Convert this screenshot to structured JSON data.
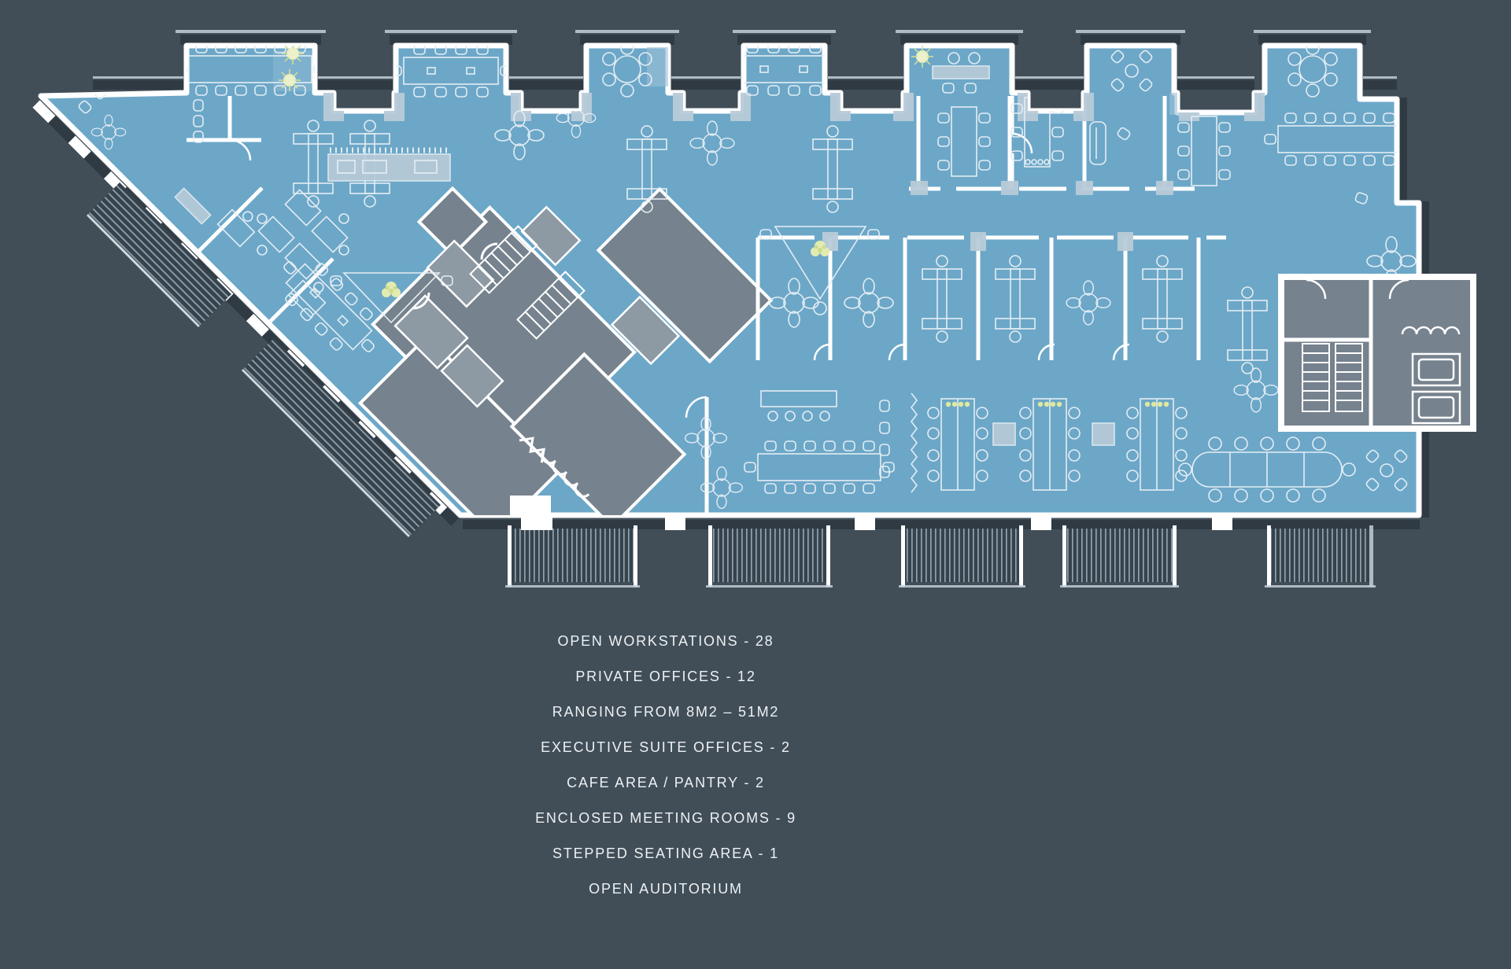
{
  "colors": {
    "background": "#414e58",
    "floor": "#6ca7c8",
    "core": "#76828d",
    "walls": "#ffffff",
    "outer_band": "#2f3a43",
    "furniture_line": "#e4edf3",
    "accent_plant": "#e3ecb0",
    "terrace": "#36424c",
    "text": "#eef1f4",
    "light_fill": "#b9cbd8",
    "room_light": "#8d99a3"
  },
  "legend": {
    "lines": [
      "OPEN WORKSTATIONS - 28",
      "PRIVATE OFFICES - 12",
      "RANGING FROM 8M2 – 51M2",
      "EXECUTIVE SUITE OFFICES - 2",
      "CAFE AREA / PANTRY - 2",
      "ENCLOSED MEETING ROOMS - 9",
      "STEPPED SEATING AREA - 1",
      "OPEN AUDITORIUM"
    ]
  }
}
